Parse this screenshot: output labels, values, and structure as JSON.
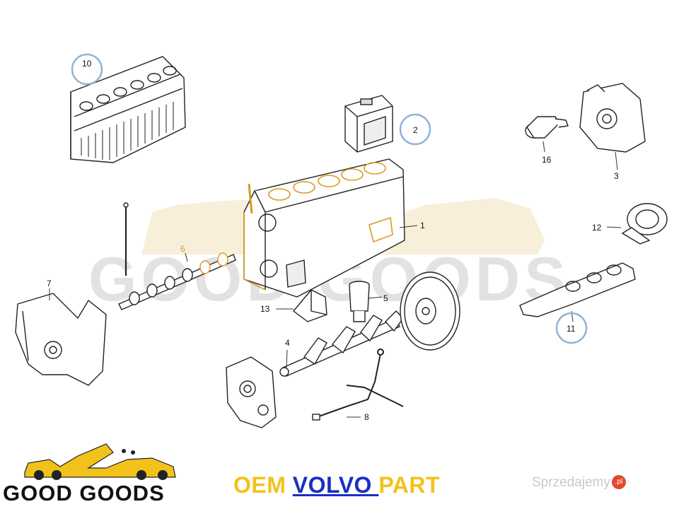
{
  "diagram": {
    "callouts": {
      "c1": "1",
      "c2": "2",
      "c3": "3",
      "c4": "4",
      "c5": "5",
      "c6": "6",
      "c7": "7",
      "c8": "8",
      "c10": "10",
      "c11": "11",
      "c12": "12",
      "c13": "13",
      "c16": "16"
    },
    "circled_callouts": [
      "10",
      "2",
      "11"
    ],
    "highlight_color": "#d99a1e",
    "circle_color": "#8fb3d6"
  },
  "background_logo": {
    "text": "GOOD GOODS"
  },
  "footer": {
    "logo_text": "GOOD GOODS",
    "oem_prefix": "OEM ",
    "oem_brand": "VOLVO ",
    "oem_suffix": "PART",
    "watermark": "Sprzedajemy",
    "watermark_badge": ".pl"
  },
  "colors": {
    "oem_text": "#f2c21a",
    "brand_link": "#1a2fc4",
    "logo_yellow": "#f2c21a"
  }
}
